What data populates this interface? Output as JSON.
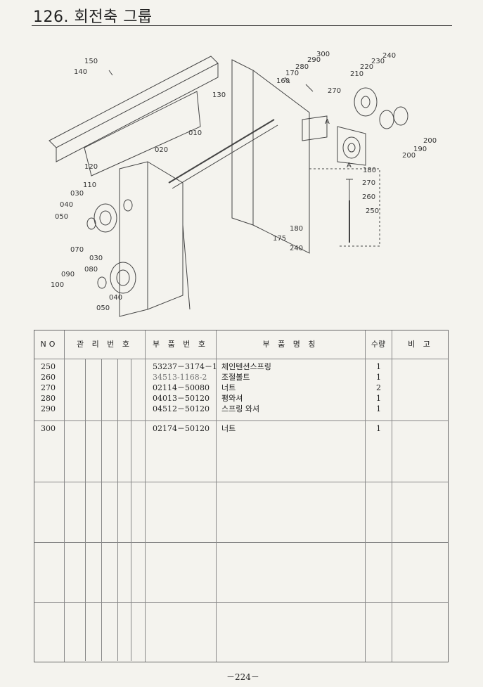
{
  "header": {
    "title": "126. 회전축 그룹"
  },
  "diagram": {
    "callouts": [
      "150",
      "140",
      "130",
      "160",
      "170",
      "280",
      "290",
      "300",
      "270",
      "210",
      "220",
      "230",
      "240",
      "010",
      "020",
      "120",
      "110",
      "030",
      "040",
      "050",
      "070",
      "090",
      "080",
      "100",
      "040",
      "050",
      "030",
      "180",
      "270",
      "260",
      "250",
      "200",
      "190",
      "200",
      "175",
      "180",
      "240",
      "A",
      "A"
    ]
  },
  "table": {
    "headers": {
      "no": "NO",
      "mgmt": "관 리 번 호",
      "part_no": "부 품 번 호",
      "name": "부  품  명  칭",
      "qty": "수량",
      "remark": "비  고"
    },
    "rows": [
      {
        "no": "250",
        "part_no": "53237－3174－1",
        "name": "체인텐션스프링",
        "qty": "1"
      },
      {
        "no": "260",
        "part_no": "34513-1168-2",
        "name": "조절볼트",
        "qty": "1"
      },
      {
        "no": "270",
        "part_no": "02114－50080",
        "name": "너트",
        "qty": "2"
      },
      {
        "no": "280",
        "part_no": "04013－50120",
        "name": "평와셔",
        "qty": "1"
      },
      {
        "no": "290",
        "part_no": "04512－50120",
        "name": "스프링 와셔",
        "qty": "1"
      },
      {
        "no": "300",
        "part_no": "02174－50120",
        "name": "너트",
        "qty": "1"
      }
    ]
  },
  "footer": {
    "page_number": "－224－"
  }
}
